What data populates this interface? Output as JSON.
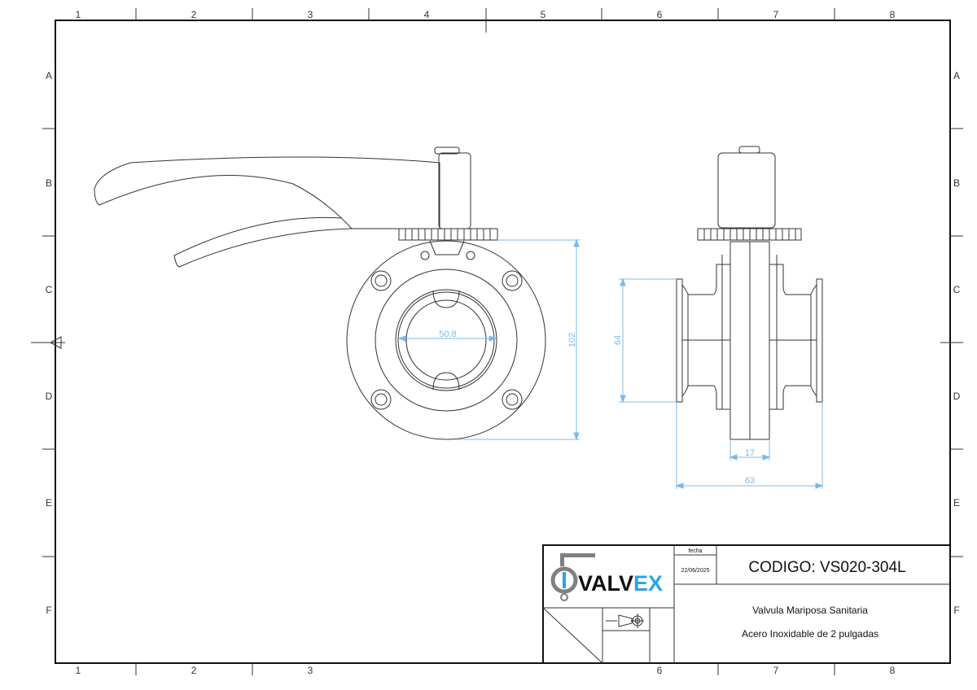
{
  "sheet": {
    "columns": [
      "1",
      "2",
      "3",
      "4",
      "5",
      "6",
      "7",
      "8"
    ],
    "bottom_columns": [
      "1",
      "2",
      "3",
      "6",
      "7",
      "8"
    ],
    "rows": [
      "A",
      "B",
      "C",
      "D",
      "E",
      "F"
    ]
  },
  "dimensions": {
    "bore_diameter": "50.8",
    "flange_height": "102",
    "clamp_height": "64",
    "body_width": "17",
    "overall_length": "63"
  },
  "title_block": {
    "logo_text_a": "VALV",
    "logo_text_b": "EX",
    "date_label": "fecha",
    "date_value": "22/06/2025",
    "code": "CODIGO: VS020-304L",
    "description_line1": "Valvula Mariposa Sanitaria",
    "description_line2": "Acero Inoxidable de 2 pulgadas"
  },
  "colors": {
    "dimension": "#7db8e8",
    "logo_blue": "#2ea3e6",
    "logo_gray": "#808080"
  }
}
